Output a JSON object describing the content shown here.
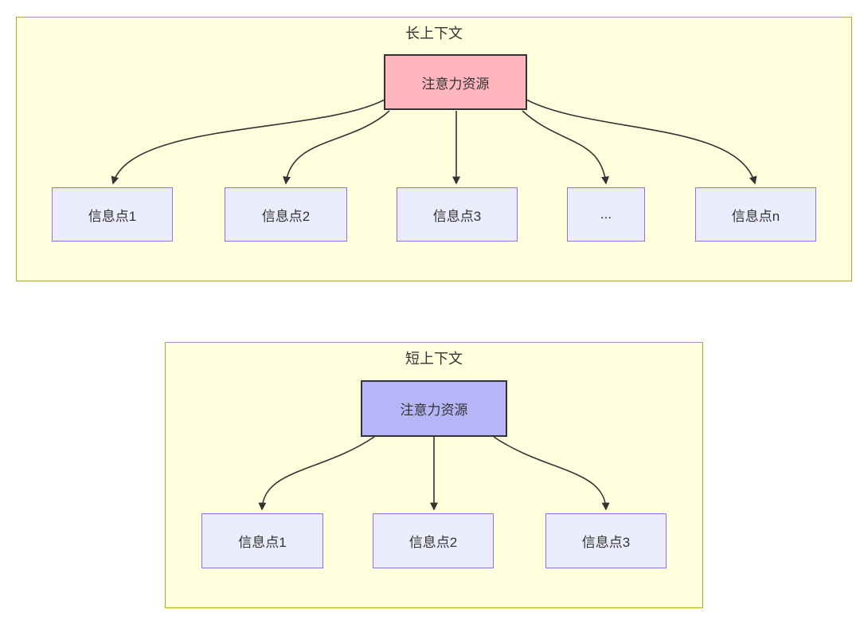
{
  "diagram": {
    "long_context": {
      "title": "长上下文",
      "root_label": "注意力资源",
      "nodes": [
        {
          "label": "信息点1"
        },
        {
          "label": "信息点2"
        },
        {
          "label": "信息点3"
        },
        {
          "label": "..."
        },
        {
          "label": "信息点n"
        }
      ]
    },
    "short_context": {
      "title": "短上下文",
      "root_label": "注意力资源",
      "nodes": [
        {
          "label": "信息点1"
        },
        {
          "label": "信息点2"
        },
        {
          "label": "信息点3"
        }
      ]
    },
    "colors": {
      "container_fill": "#ffffde",
      "container_border": "#aaaa33",
      "node_fill": "#ececff",
      "node_border": "#9370db",
      "long_root_fill": "#ffb6bd",
      "short_root_fill": "#b5b5f8",
      "root_border": "#333333",
      "arrow": "#333333",
      "text": "#333333"
    }
  }
}
